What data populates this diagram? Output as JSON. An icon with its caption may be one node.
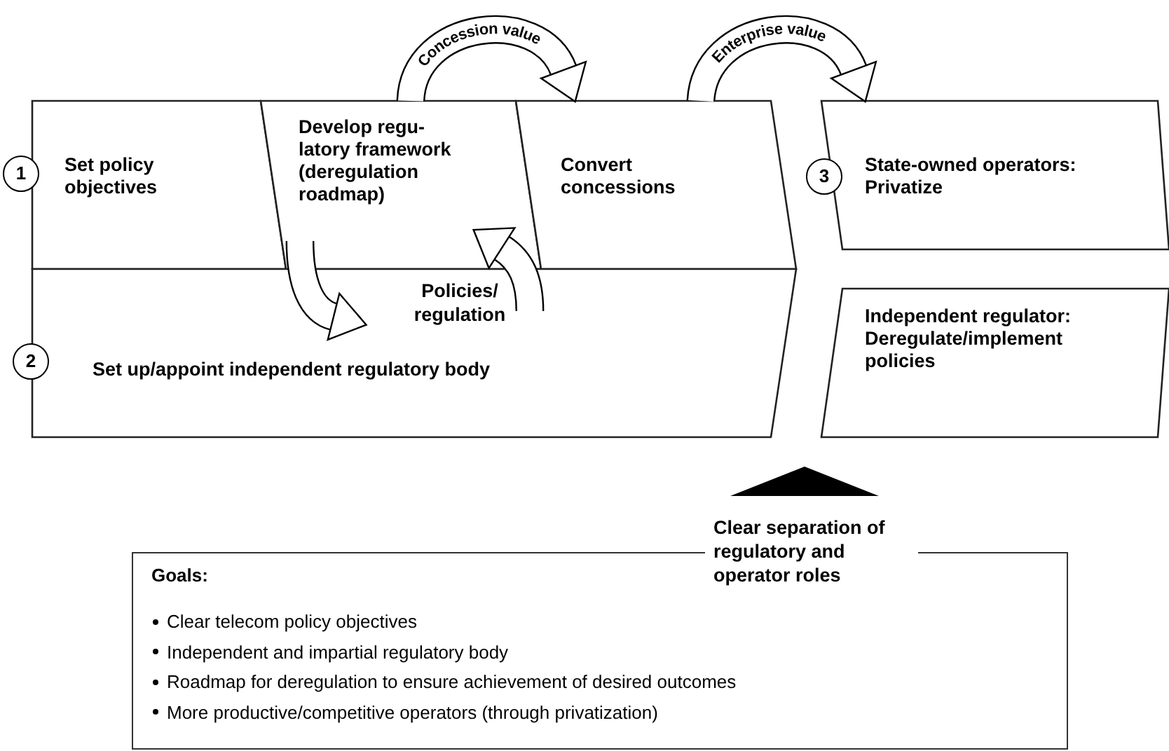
{
  "diagram": {
    "nodes": [
      {
        "text": [
          "1"
        ]
      },
      {
        "text": [
          "Set policy objectives"
        ]
      },
      {
        "text": [
          "Develop regu- latory framework (deregulation roadmap)"
        ]
      },
      {
        "text": [
          "Convert concessions"
        ]
      },
      {
        "text": [
          "3"
        ]
      },
      {
        "text": [
          "State-owned operators: Privatize"
        ]
      },
      {
        "text": [
          "2"
        ]
      },
      {
        "text": [
          "Set up/appoint independent regulatory body"
        ]
      },
      {
        "text": [
          "Independent regulator: Deregulate/implement policies"
        ]
      },
      {
        "text": [
          "Goals:",
          "Clear telecom policy objectives",
          "Independent and impartial regulatory body",
          "Roadmap for deregulation to ensure achievement of desired outcomes",
          "More productive/competitive operators (through privatization)"
        ]
      }
    ],
    "edges": [
      {
        "from": 2,
        "to": 3,
        "arrow": "to",
        "label": "Concession value"
      },
      {
        "from": 3,
        "to": 5,
        "arrow": "to",
        "label": "Enterprise value"
      },
      {
        "from": 2,
        "to": 7,
        "arrow": "to"
      },
      {
        "from": 7,
        "to": 2,
        "arrow": "to"
      }
    ],
    "labels": [
      "Policies/ regulation",
      "Clear separation of regulatory and operator roles"
    ]
  }
}
